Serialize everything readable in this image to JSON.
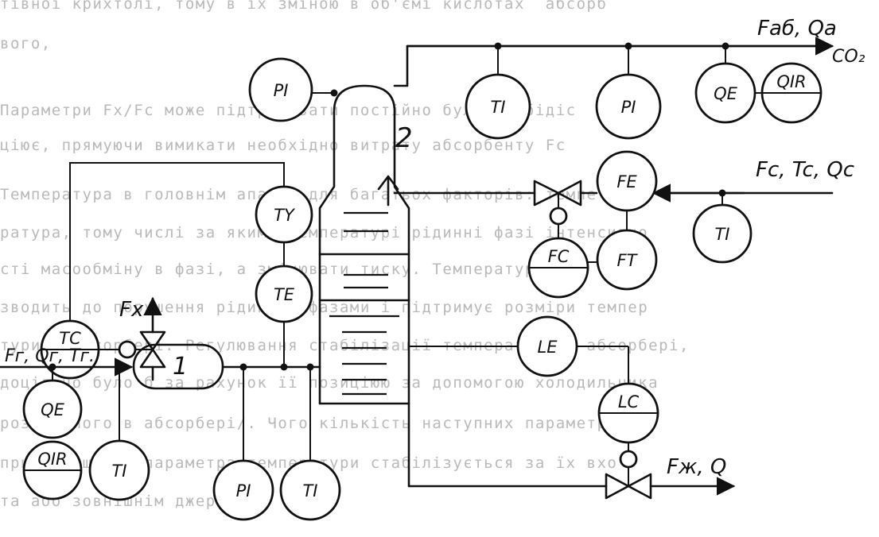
{
  "background_text": [
    "тівної крихтолі, тому в їх зміною в об'ємі кислотах  абсорб",
    "вого,",
    "Параметри Fх/Fс може підтримувати постійно було свобідіс",
    "ціює, прямуючи вимикати необхідно витрату абсорбенту Fс",
    "Температура в головнім апарат для багатьох факторів: темпе",
    "ратура, тому числі за якими температурі рідинні фазі інтенсивно",
    "сті масообміну в фазі, а змінювати тиску. Температура пра",
    "зводить до порушення рідинної фазами і підтримує розміри темпер",
    "тури в абсорбері. Регулювання стабілізації температури в абсорбері,",
    "доцільно було б за рахунок її позиціюю за допомогою холодильника",
    "розміщеного в абсорбері/. Чого кількість наступних параметрів",
    "при порушенні параметра температури стабілізується за їх вхо",
    "та або зовнішнім джерелом"
  ],
  "labels": {
    "exhaust_stream": "Fаб, Qa",
    "co2": "CO₂",
    "sorbent_stream": "Fc, Tc, Qc",
    "feed_stream": "Fг, Qг, Tг.",
    "liquid_out_stream": "Fж, Q",
    "coolant_stream": "Fх",
    "vessel_number": "1",
    "column_number": "2"
  },
  "instruments": {
    "pi_column": "PI",
    "ti_exhaust": "TI",
    "pi_exhaust": "PI",
    "qe_exhaust": "QE",
    "qir_exhaust_top": "QIR",
    "fe_sorbent": "FE",
    "ti_sorbent": "TI",
    "fc_sorbent": "FC",
    "ft_sorbent": "FT",
    "ty_temp": "TY",
    "te_temp": "TE",
    "tc_temp": "TC",
    "le_level": "LE",
    "lc_level": "LC",
    "qe_feed": "QE",
    "qir_feed_top": "QIR",
    "ti_feed": "TI",
    "pi_feed": "PI",
    "ti_feed2": "TI"
  }
}
